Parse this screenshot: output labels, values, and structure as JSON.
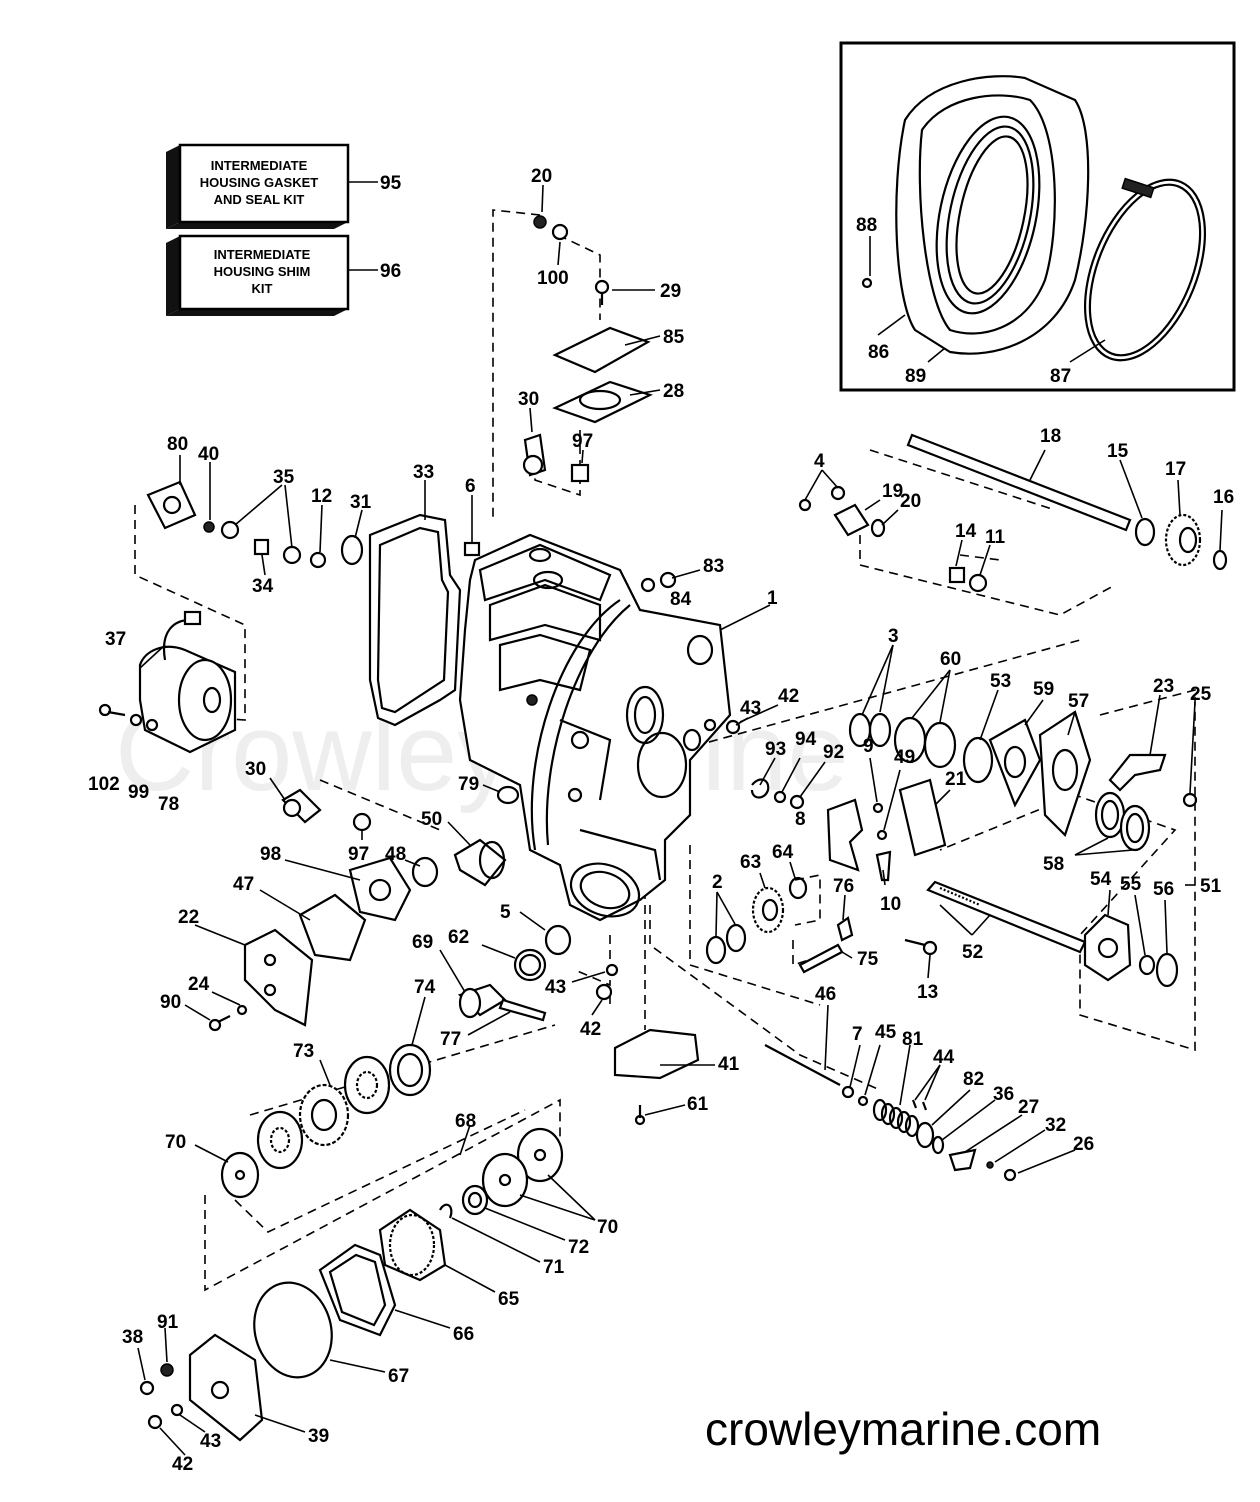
{
  "watermark": "crowleymarine.com",
  "ghost_watermark": "CrowleyMarine",
  "kits": [
    {
      "lines": [
        "INTERMEDIATE",
        "HOUSING GASKET",
        "AND SEAL KIT"
      ],
      "number": "95"
    },
    {
      "lines": [
        "INTERMEDIATE",
        "HOUSING SHIM",
        "KIT"
      ],
      "number": "96"
    }
  ],
  "inset_labels": [
    "88",
    "86",
    "89",
    "87"
  ],
  "labels": [
    "20",
    "100",
    "29",
    "85",
    "28",
    "30",
    "97",
    "80",
    "40",
    "35",
    "12",
    "31",
    "33",
    "6",
    "34",
    "83",
    "84",
    "4",
    "19",
    "20",
    "18",
    "15",
    "17",
    "16",
    "14",
    "11",
    "1",
    "37",
    "3",
    "60",
    "53",
    "59",
    "57",
    "23",
    "25",
    "43",
    "42",
    "102",
    "99",
    "78",
    "30",
    "79",
    "93",
    "94",
    "92",
    "9",
    "49",
    "21",
    "58",
    "97",
    "48",
    "50",
    "8",
    "98",
    "47",
    "64",
    "63",
    "76",
    "10",
    "51",
    "2",
    "54",
    "55",
    "56",
    "52",
    "22",
    "5",
    "62",
    "69",
    "43",
    "75",
    "13",
    "24",
    "90",
    "74",
    "42",
    "77",
    "46",
    "41",
    "73",
    "7",
    "45",
    "81",
    "44",
    "82",
    "36",
    "27",
    "61",
    "32",
    "26",
    "68",
    "70",
    "70",
    "72",
    "71",
    "65",
    "66",
    "91",
    "38",
    "67",
    "43",
    "39",
    "42"
  ]
}
